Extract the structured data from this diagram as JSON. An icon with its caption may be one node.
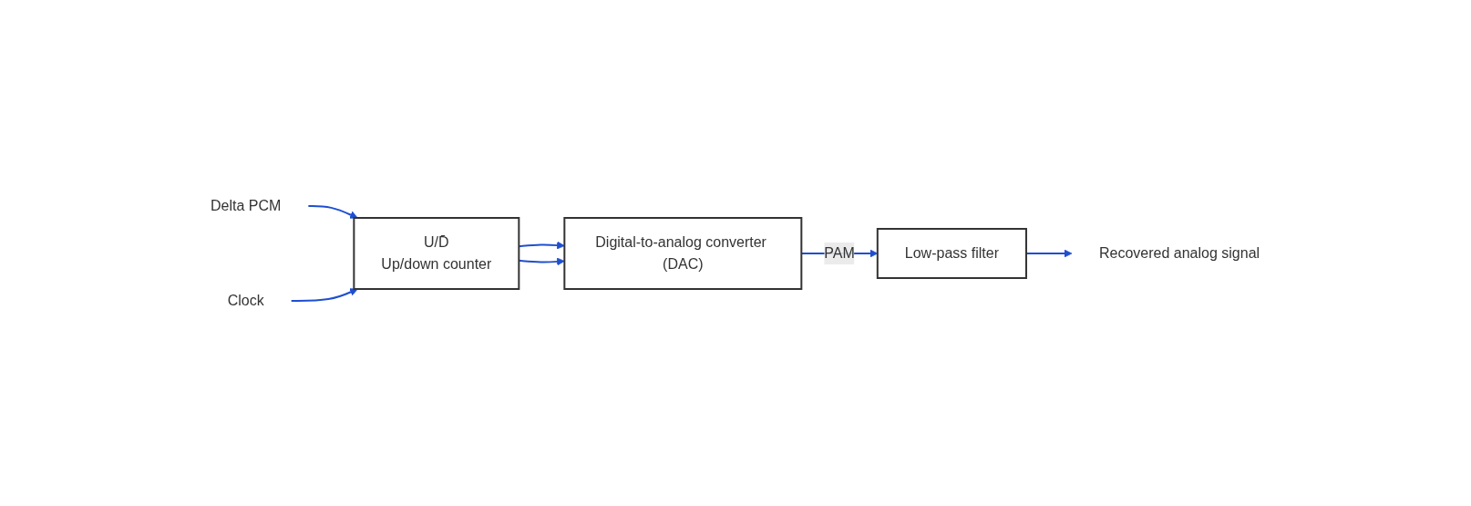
{
  "diagram": {
    "nodes": [
      {
        "text": [
          "Digital-to-analog converter (DAC)"
        ]
      },
      {
        "text": [
          "Low-pass filter"
        ]
      },
      {
        "text": [
          "Recovered analog signal"
        ]
      },
      {
        "text": [
          "U/D̄",
          "Up/down counter"
        ]
      },
      {
        "text": [
          "Delta PCM"
        ]
      },
      {
        "text": [
          "Clock"
        ]
      }
    ],
    "edges": [
      {
        "from": 0,
        "to": 1,
        "arrow": "to",
        "label": "PAM"
      },
      {
        "from": 1,
        "to": 2,
        "arrow": "to"
      },
      {
        "from": 3,
        "to": 0,
        "arrow": "to"
      },
      {
        "from": 3,
        "to": 0,
        "arrow": "to"
      },
      {
        "from": 4,
        "to": 3,
        "arrow": "to"
      },
      {
        "from": 5,
        "to": 3,
        "arrow": "to"
      }
    ]
  }
}
